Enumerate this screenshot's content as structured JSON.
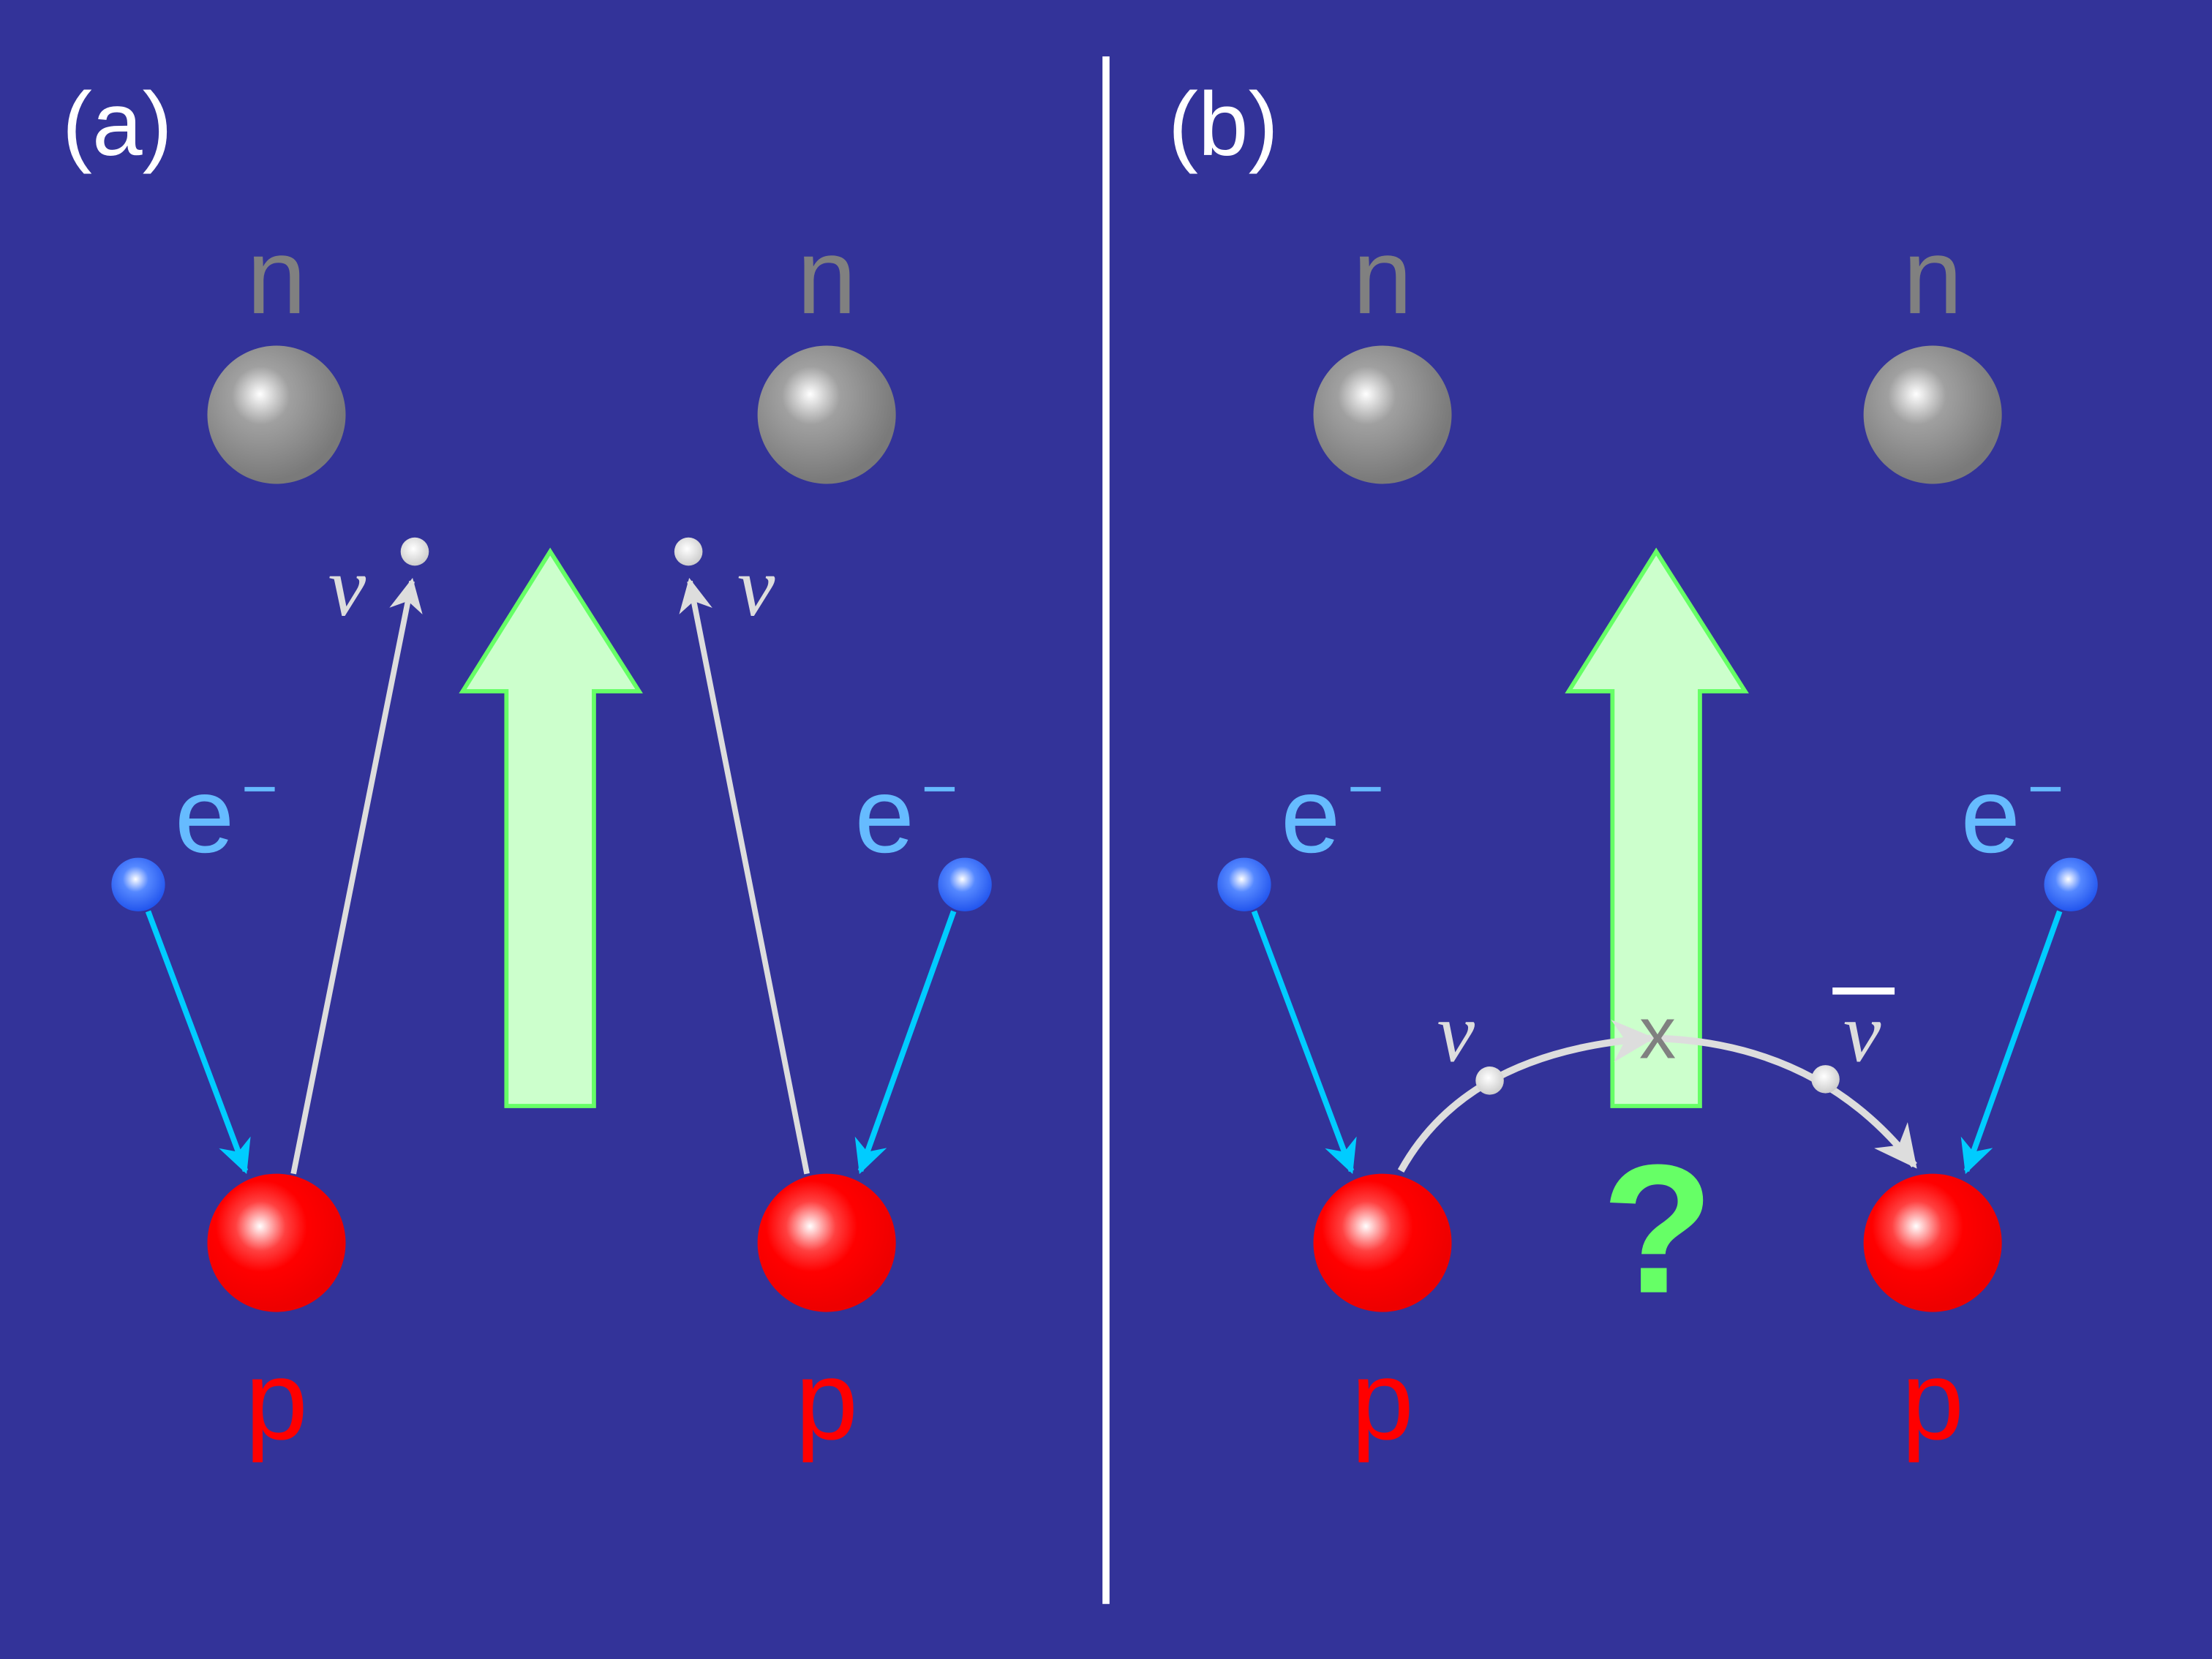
{
  "panels": {
    "a": {
      "label": "(a)"
    },
    "b": {
      "label": "(b)"
    }
  },
  "labels": {
    "neutron": "n",
    "proton": "p",
    "electron": "e",
    "electron_charge": "−",
    "neutrino": "ν",
    "antineutrino": "ν",
    "vertex": "x",
    "question": "?"
  },
  "colors": {
    "background": "#333399",
    "neutron": "#808080",
    "proton": "#ff0000",
    "electron": "#2255ee",
    "electron_label": "#66bbff",
    "electron_arrow": "#00ccff",
    "neutrino": "#dddddd",
    "big_arrow_fill": "#ccffcc",
    "big_arrow_stroke": "#66ff66",
    "question": "#66ff66"
  }
}
